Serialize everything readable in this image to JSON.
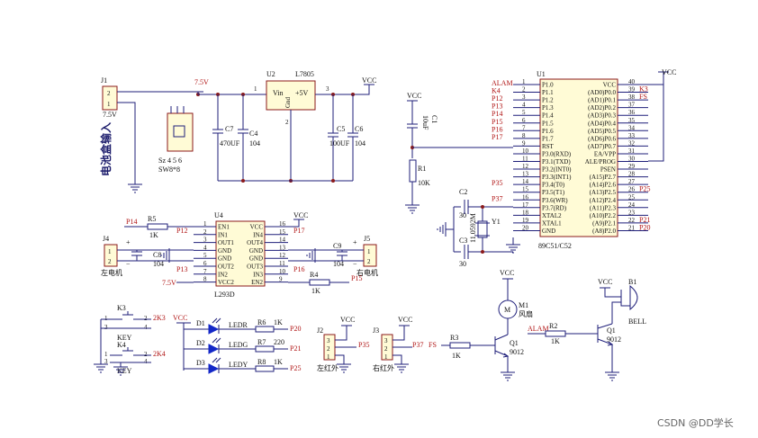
{
  "power": {
    "j1_ref": "J1",
    "j1_pin2": "2",
    "j1_pin1": "1",
    "j1_volt": "7.5V",
    "battery_label": "电池盒输入",
    "sw_ref": "SW8*8",
    "sw_pins": "Sz 4 5 6",
    "net_7v5": "7.5V",
    "u2_ref": "U2",
    "u2_part": "L7805",
    "u2_vin": "Vin",
    "u2_vout": "+5V",
    "u2_gnd": "Gnd",
    "u2_pin1": "1",
    "u2_pin2": "2",
    "u2_pin3": "3",
    "vcc": "VCC",
    "c7_ref": "C7",
    "c7_val": "470UF",
    "c4_ref": "C4",
    "c4_val": "104",
    "c5_ref": "C5",
    "c5_val": "100UF",
    "c6_ref": "C6",
    "c6_val": "104"
  },
  "reset": {
    "vcc": "VCC",
    "c1_ref": "C1",
    "c1_val": "10uF",
    "r1_ref": "R1",
    "r1_val": "10K"
  },
  "crystal": {
    "c2_ref": "C2",
    "c2_val": "30",
    "c3_ref": "C3",
    "c3_val": "30",
    "y1_ref": "Y1",
    "y1_val": "11.0592M"
  },
  "mcu": {
    "ref": "U1",
    "part": "89C51/C52",
    "left_nets": [
      "ALAM",
      "K4",
      "P12",
      "P13",
      "P14",
      "P15",
      "P16",
      "P17",
      "",
      "",
      "",
      "",
      "",
      "P35",
      "",
      "P37",
      "",
      "",
      ""
    ],
    "left_pins": [
      "1",
      "2",
      "3",
      "4",
      "5",
      "6",
      "7",
      "8",
      "9",
      "10",
      "11",
      "12",
      "13",
      "14",
      "15",
      "16",
      "17",
      "18",
      "19",
      "20"
    ],
    "left_names": [
      "P1.0",
      "P1.1",
      "P1.2",
      "P1.3",
      "P1.4",
      "P1.5",
      "P1.6",
      "P1.7",
      "RST",
      "P3.0(RXD)",
      "P3.1(TXD)",
      "P3.2(INT0)",
      "P3.3(INT1)",
      "P3.4(T0)",
      "P3.5(T1)",
      "P3.6(WR)",
      "P3.7(RD)",
      "XTAL2",
      "XTAL1",
      "GND"
    ],
    "right_pins": [
      "40",
      "39",
      "38",
      "37",
      "36",
      "35",
      "34",
      "33",
      "32",
      "31",
      "30",
      "29",
      "28",
      "27",
      "26",
      "25",
      "24",
      "23",
      "22",
      "21"
    ],
    "right_names": [
      "VCC",
      "(AD0)P0.0",
      "(AD1)P0.1",
      "(AD2)P0.2",
      "(AD3)P0.3",
      "(AD4)P0.4",
      "(AD5)P0.5",
      "(AD6)P0.6",
      "(AD7)P0.7",
      "EA/VPP",
      "ALE/PROG",
      "PSEN",
      "(A15)P2.7",
      "(A14)P2.6",
      "(A13)P2.5",
      "(A12)P2.4",
      "(A11)P2.3",
      "(A10)P2.2",
      "(A9)P2.1",
      "(A8)P2.0"
    ],
    "right_nets": [
      "",
      "K3",
      "FS",
      "",
      "",
      "",
      "",
      "",
      "",
      "",
      "",
      "",
      "",
      "",
      "P25",
      "",
      "",
      "",
      "P21",
      "P20"
    ],
    "vcc": "VCC"
  },
  "driver": {
    "ref": "U4",
    "part": "L293D",
    "left_names": [
      "EN1",
      "IN1",
      "OUT1",
      "GND",
      "GND",
      "OUT2",
      "IN2",
      "VCC2"
    ],
    "left_pins": [
      "1",
      "2",
      "3",
      "4",
      "5",
      "6",
      "7",
      "8"
    ],
    "right_names": [
      "VCC",
      "IN4",
      "OUT4",
      "GND",
      "GND",
      "OUT3",
      "IN3",
      "EN2"
    ],
    "right_pins": [
      "16",
      "15",
      "14",
      "13",
      "12",
      "11",
      "10",
      "9"
    ],
    "r5_ref": "R5",
    "r5_val": "1K",
    "r4_ref": "R4",
    "r4_val": "1K",
    "p14": "P14",
    "p12": "P12",
    "p13": "P13",
    "p17": "P17",
    "p16": "P16",
    "p15": "P15",
    "vcc": "VCC",
    "v75": "7.5V",
    "j4_ref": "J4",
    "j4_label": "左电机",
    "j4_p1": "1",
    "j4_p2": "2",
    "j5_ref": "J5",
    "j5_label": "右电机",
    "j5_p1": "1",
    "j5_p2": "2",
    "c8_ref": "C8",
    "c8_val": "104",
    "c9_ref": "C9",
    "c9_val": "104",
    "plus": "+",
    "minus": "−"
  },
  "keys": {
    "k3_ref": "K3",
    "k3_net": "2K3",
    "k3_label": "KEY",
    "k4_ref": "K4",
    "k4_net": "2K4",
    "k4_label": "KEY",
    "pin1": "1",
    "pin2": "2",
    "pin3": "3",
    "pin4": "4"
  },
  "leds": {
    "vcc": "VCC",
    "items": [
      {
        "ref": "D1",
        "name": "LEDR",
        "r": "R6",
        "rv": "1K",
        "net": "P20"
      },
      {
        "ref": "D2",
        "name": "LEDG",
        "r": "R7",
        "rv": "220",
        "net": "P21"
      },
      {
        "ref": "D3",
        "name": "LEDY",
        "r": "R8",
        "rv": "1K",
        "net": "P25"
      }
    ]
  },
  "ir": {
    "j2_ref": "J2",
    "j2_label": "左红外",
    "j2_net": "P35",
    "j3_ref": "J3",
    "j3_label": "右红外",
    "j3_net": "P37",
    "pins": [
      "3",
      "2",
      "1"
    ],
    "vcc": "VCC"
  },
  "fan": {
    "vcc": "VCC",
    "m_ref": "M1",
    "m_label": "风扇",
    "m_sym": "M",
    "fs": "FS",
    "r3_ref": "R3",
    "r3_val": "1K",
    "q_ref": "Q1",
    "q_part": "9012"
  },
  "bell": {
    "vcc": "VCC",
    "b_ref": "B1",
    "b_label": "BELL",
    "alam": "ALAM",
    "r2_ref": "R2",
    "r2_val": "1K",
    "q_ref": "Q1",
    "q_part": "9012"
  },
  "watermark": "CSDN @DD学长"
}
